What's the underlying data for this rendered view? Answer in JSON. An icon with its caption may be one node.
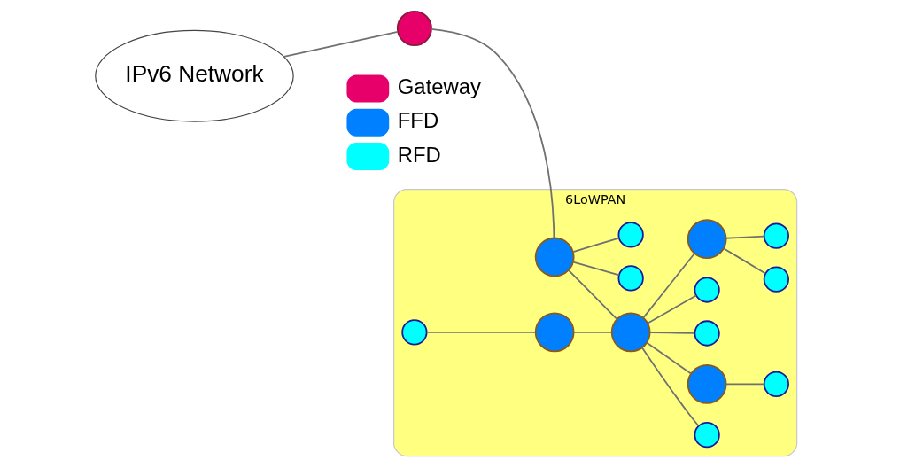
{
  "diagram": {
    "nodes": [
      {
        "text": [
          "IPv6 Network"
        ]
      },
      {
        "text": [],
        "shape": "circle"
      },
      {
        "text": [
          "6LoWPAN"
        ]
      },
      {
        "text": [],
        "shape": "circle",
        "in": 2
      },
      {
        "text": [],
        "shape": "circle",
        "in": 2
      },
      {
        "text": [],
        "shape": "circle",
        "in": 2
      },
      {
        "text": [],
        "shape": "circle",
        "in": 2
      },
      {
        "text": [],
        "shape": "circle",
        "in": 2
      },
      {
        "text": [],
        "shape": "circle",
        "in": 2
      },
      {
        "text": [],
        "shape": "circle",
        "in": 2
      },
      {
        "text": [],
        "shape": "circle",
        "in": 2
      },
      {
        "text": [],
        "shape": "circle",
        "in": 2
      },
      {
        "text": [],
        "shape": "circle",
        "in": 2
      },
      {
        "text": [],
        "shape": "circle",
        "in": 2
      },
      {
        "text": [],
        "shape": "circle",
        "in": 2
      },
      {
        "text": [],
        "shape": "circle",
        "in": 2
      },
      {
        "text": [],
        "shape": "circle",
        "in": 2
      }
    ],
    "edges": [
      {
        "from": 0,
        "to": 1,
        "arrow": "none"
      },
      {
        "from": 1,
        "to": 9,
        "arrow": "none"
      },
      {
        "from": 9,
        "to": 6,
        "arrow": "none"
      },
      {
        "from": 9,
        "to": 12,
        "arrow": "none"
      },
      {
        "from": 9,
        "to": 10,
        "arrow": "none"
      },
      {
        "from": 3,
        "to": 5,
        "arrow": "none"
      },
      {
        "from": 5,
        "to": 10,
        "arrow": "none"
      },
      {
        "from": 10,
        "to": 7,
        "arrow": "none"
      },
      {
        "from": 10,
        "to": 8,
        "arrow": "none"
      },
      {
        "from": 8,
        "to": 4,
        "arrow": "none"
      },
      {
        "from": 10,
        "to": 11,
        "arrow": "none"
      },
      {
        "from": 10,
        "to": 13,
        "arrow": "none"
      },
      {
        "from": 10,
        "to": 14,
        "arrow": "none"
      },
      {
        "from": 14,
        "to": 15,
        "arrow": "none"
      },
      {
        "from": 14,
        "to": 16,
        "arrow": "none"
      }
    ],
    "legend": [
      {
        "text": "Gateway",
        "color": "#e8006a"
      },
      {
        "text": "FFD",
        "color": "#0080ff"
      },
      {
        "text": "RFD",
        "color": "#00ffff"
      }
    ]
  }
}
